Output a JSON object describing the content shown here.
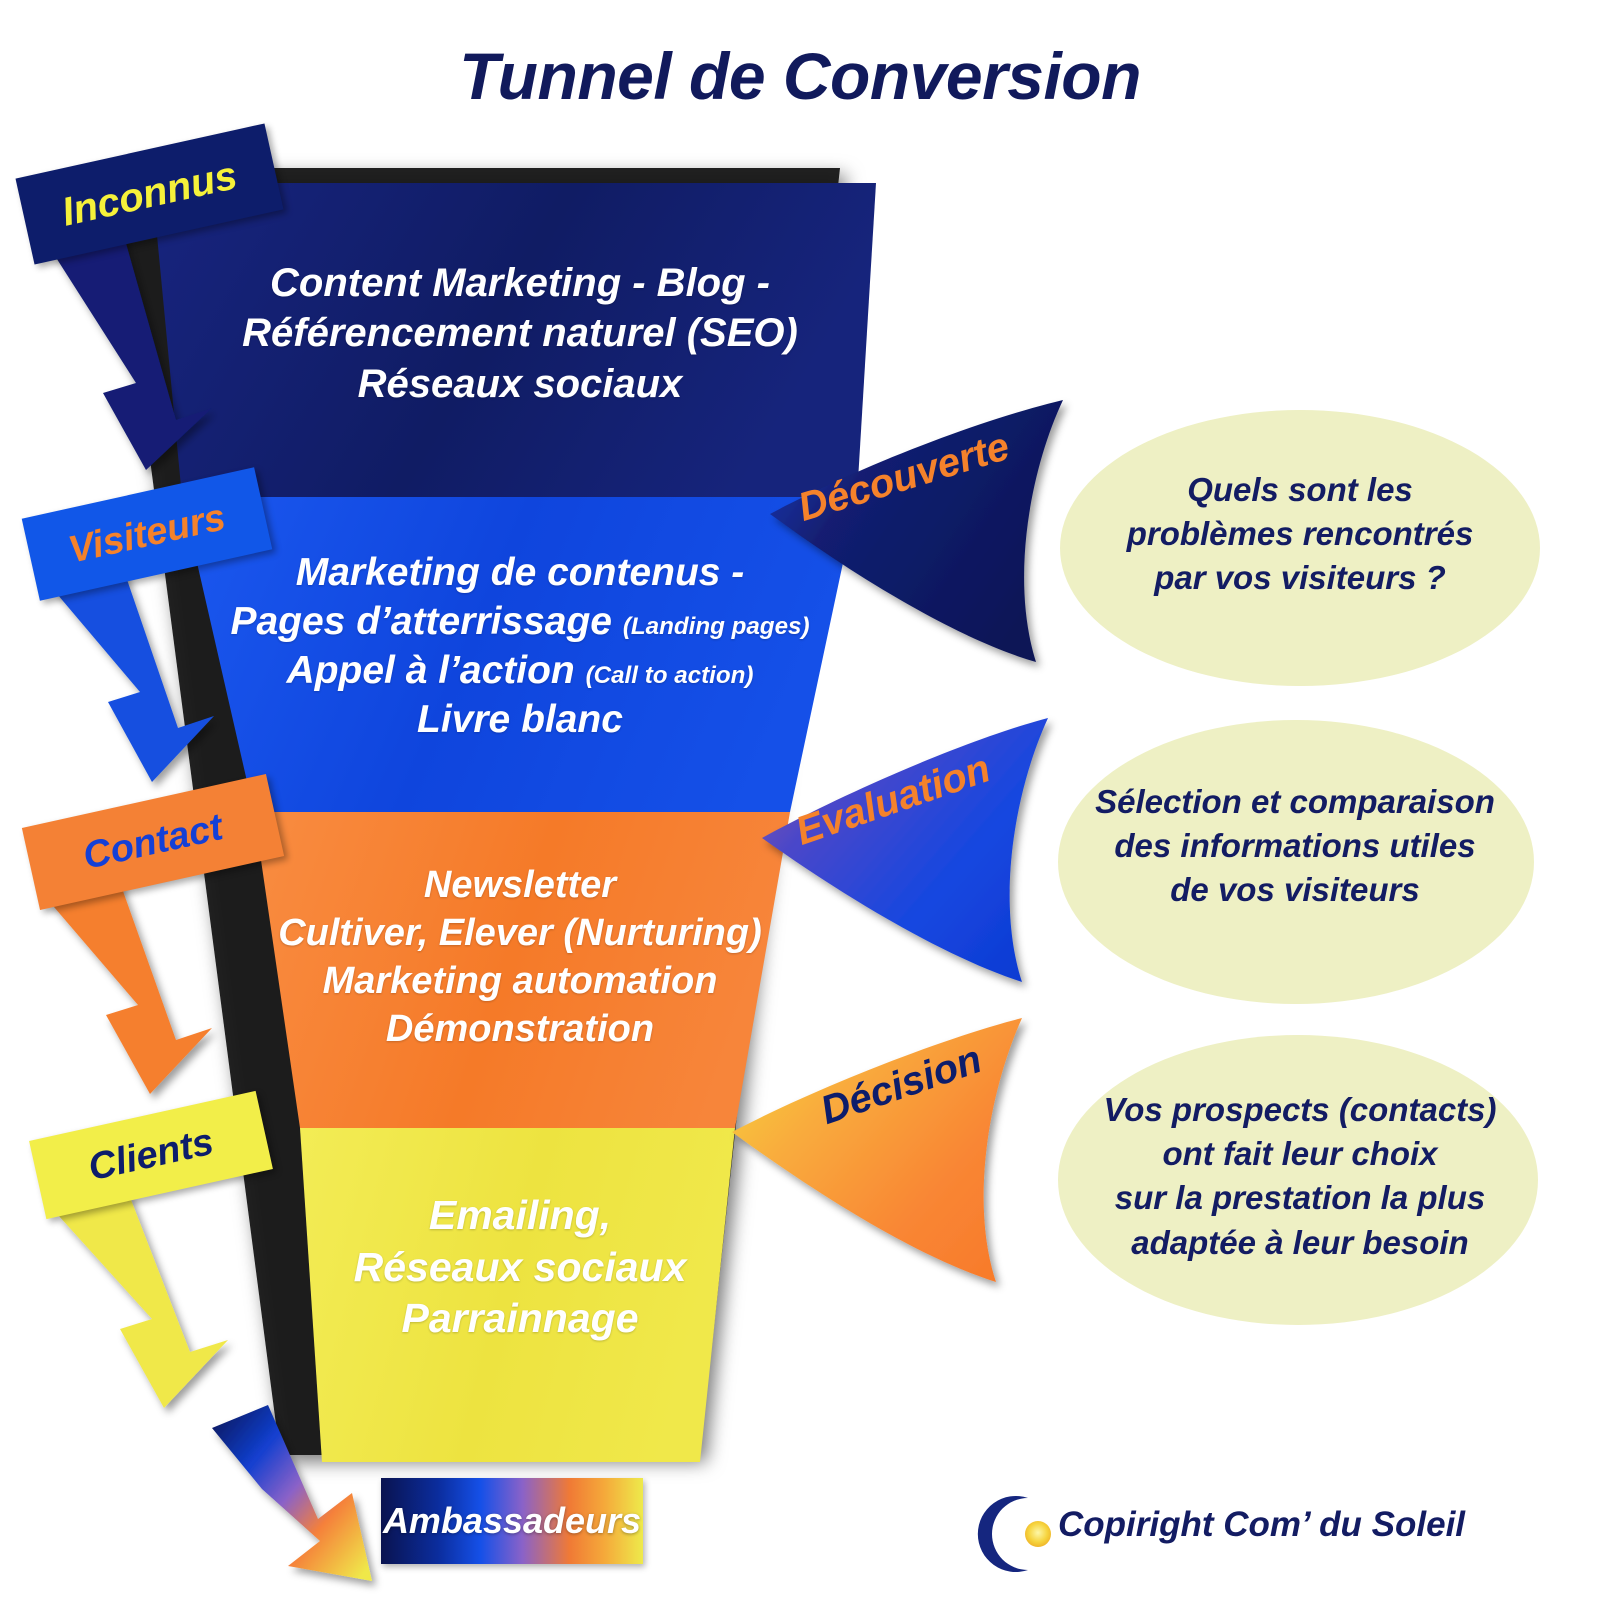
{
  "title": "Tunnel de Conversion",
  "funnel": {
    "stages": [
      {
        "id": "awareness",
        "audience_tag": "Inconnus",
        "stage_label": "Découverte",
        "color": "#16247c",
        "tag_bg": "#0d1d6b",
        "tag_color": "#f5f13a",
        "lines": [
          {
            "text": "Content Marketing - Blog -",
            "small": ""
          },
          {
            "text": "Référencement naturel (SEO)",
            "small": ""
          },
          {
            "text": "Réseaux sociaux",
            "small": ""
          }
        ],
        "bubble": [
          "Quels sont les",
          "problèmes rencontrés",
          "par vos visiteurs ?"
        ]
      },
      {
        "id": "interest",
        "audience_tag": "Visiteurs",
        "stage_label": "Evaluation",
        "color": "#1550e8",
        "tag_bg": "#1157e8",
        "tag_color": "#f5822b",
        "lines": [
          {
            "text": "Marketing de contenus -",
            "small": ""
          },
          {
            "text": "Pages d’atterrissage ",
            "small": "(Landing pages)"
          },
          {
            "text": "Appel à l’action ",
            "small": "(Call to action)"
          },
          {
            "text": "Livre blanc",
            "small": ""
          }
        ],
        "bubble": [
          "Sélection et comparaison",
          "des informations utiles",
          "de vos visiteurs"
        ]
      },
      {
        "id": "consideration",
        "audience_tag": "Contact",
        "stage_label": "Décision",
        "color": "#f7853a",
        "tag_bg": "#f48135",
        "tag_color": "#1440d6",
        "lines": [
          {
            "text": "Newsletter",
            "small": ""
          },
          {
            "text": "Cultiver, Elever (Nurturing)",
            "small": ""
          },
          {
            "text": "Marketing automation",
            "small": ""
          },
          {
            "text": "Démonstration",
            "small": ""
          }
        ],
        "bubble": [
          "Vos prospects (contacts)",
          "ont fait leur choix",
          "sur la prestation la plus",
          "adaptée à leur besoin"
        ]
      },
      {
        "id": "loyalty",
        "audience_tag": "Clients",
        "stage_label": "",
        "color": "#f0e84a",
        "tag_bg": "#f2ee49",
        "tag_color": "#0d1d6b",
        "lines": [
          {
            "text": "Emailing,",
            "small": ""
          },
          {
            "text": "Réseaux sociaux",
            "small": ""
          },
          {
            "text": "Parrainnage",
            "small": ""
          }
        ],
        "bubble": []
      }
    ]
  },
  "outcome": {
    "label": "Ambassadeurs"
  },
  "footer": {
    "copyright": "Copiright Com’ du Soleil"
  },
  "colors": {
    "title": "#111a5c",
    "bubble_fill": "#eef0c4",
    "bubble_text": "#131c63",
    "stage_label_orange": "#f5822b",
    "stage_label_navy": "#0d1d6b",
    "navy": "#16247c",
    "blue": "#1550e8",
    "orange": "#f7853a",
    "yellow": "#f0e84a"
  }
}
